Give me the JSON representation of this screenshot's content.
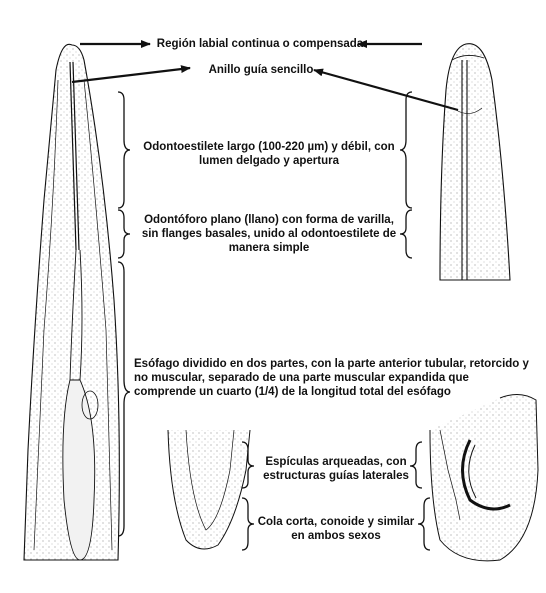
{
  "labels": {
    "labial": "Región labial continua o compensada",
    "guide_ring": "Anillo guía sencillo",
    "odontostyle": "Odontoestilete largo (100-220 µm) y débil, con lumen delgado y apertura",
    "odontophore": "Odontóforo plano (llano) con forma de varilla, sin flanges basales, unido al odontoestilete de manera simple",
    "esophagus": "Esófago dividido en dos partes, con la parte anterior tubular, retorcido y no muscular, separado de una parte muscular expandida que comprende un cuarto (1/4) de la longitud total del esófago",
    "spicules": "Espículas arqueadas, con estructuras guías laterales",
    "tail": "Cola corta, conoide y similar en ambos sexos"
  },
  "colors": {
    "line": "#111111",
    "background": "#ffffff",
    "stipple": "#9a9a9a"
  }
}
